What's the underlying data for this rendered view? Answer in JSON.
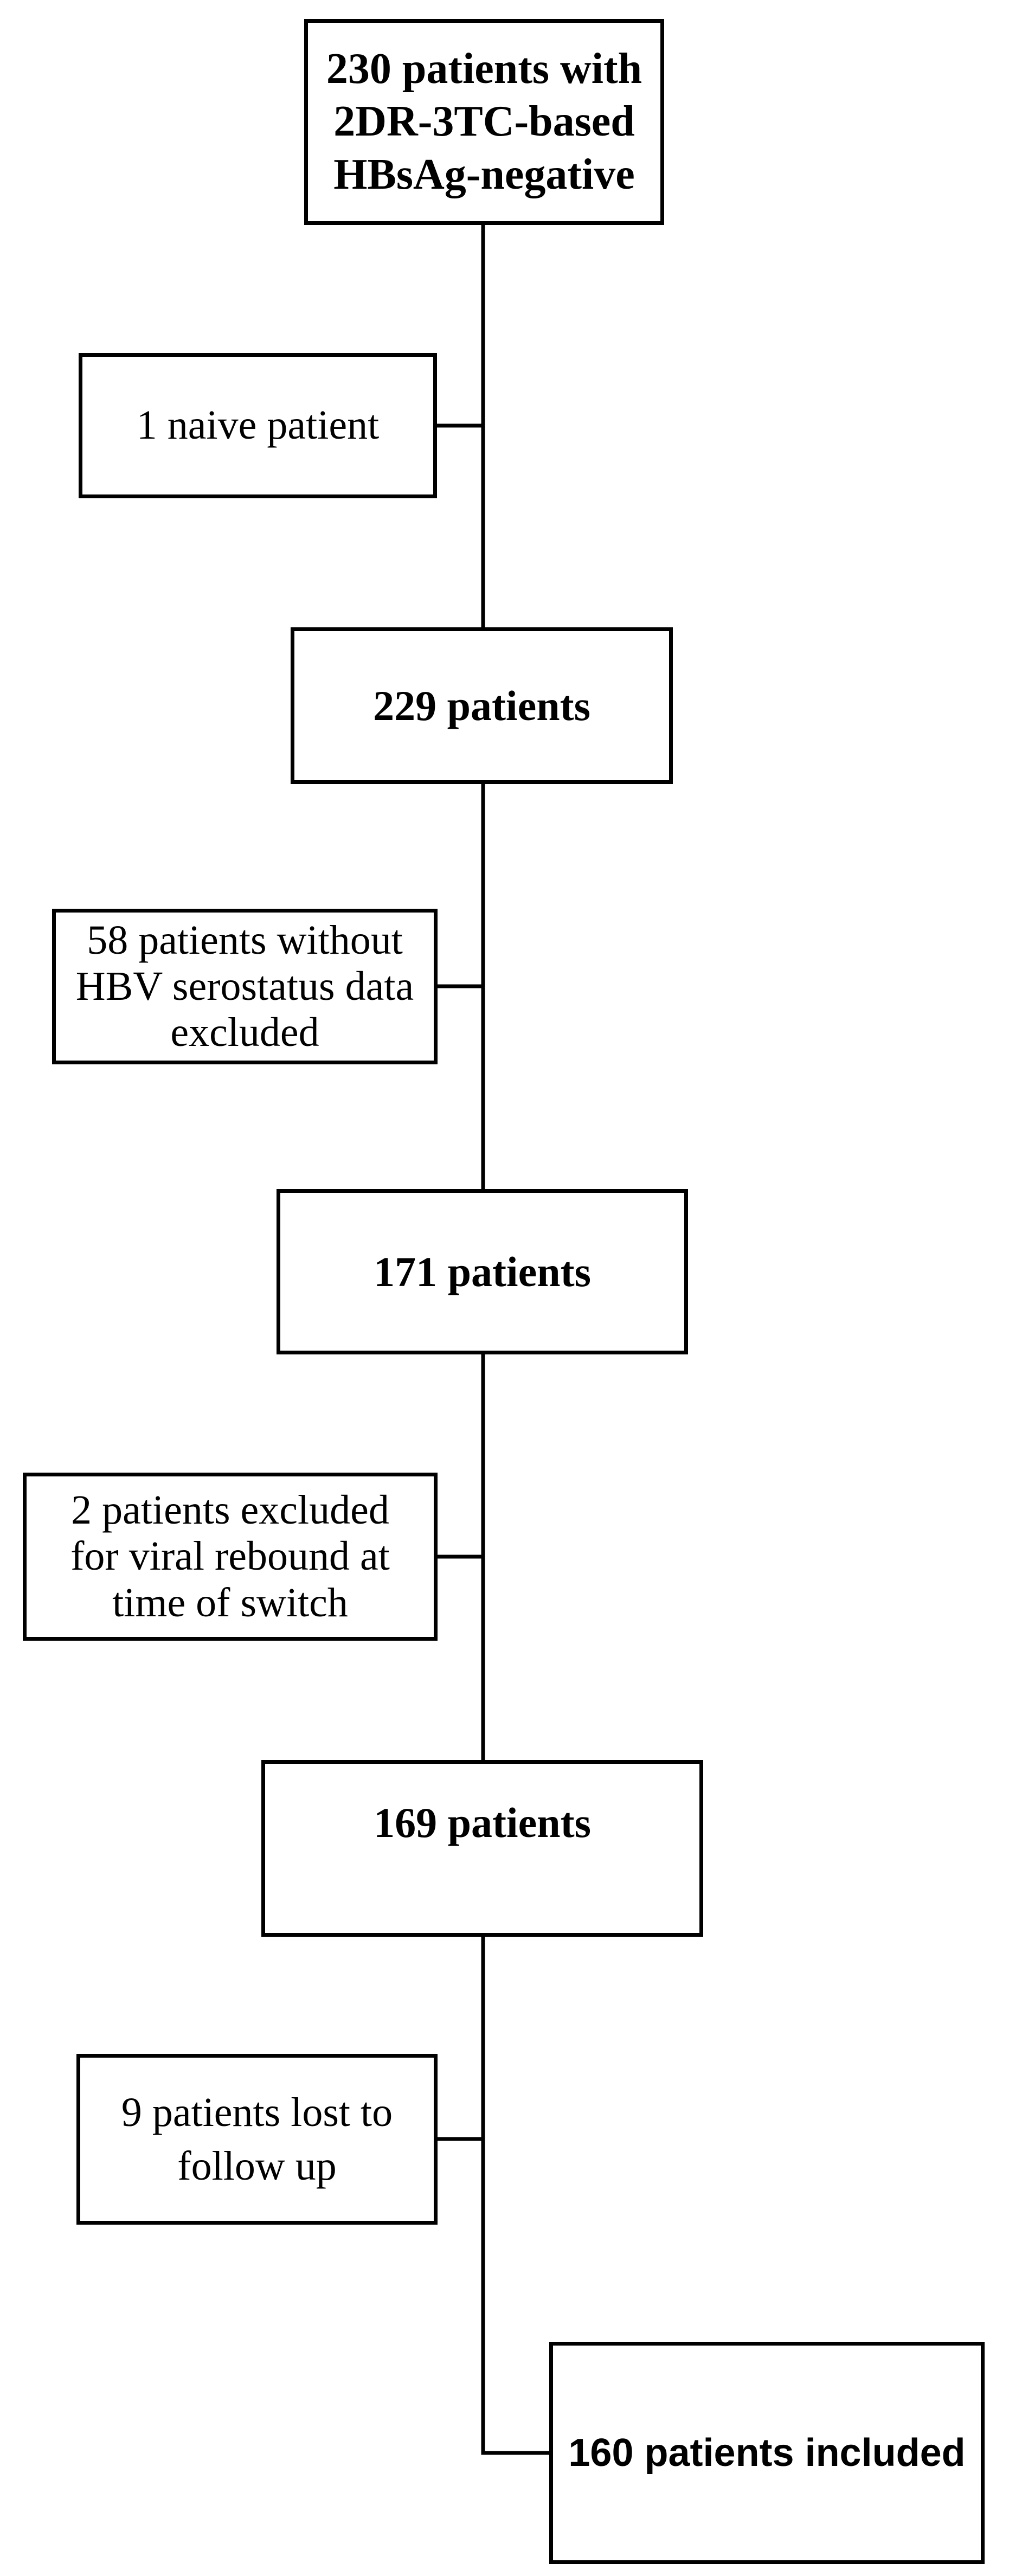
{
  "flowchart": {
    "start": {
      "lines": [
        "230 patients with",
        "2DR-3TC-based",
        "HBsAg-negative"
      ]
    },
    "exclusion_1": {
      "lines": [
        "1 naive patient"
      ]
    },
    "step_1": {
      "lines": [
        "229 patients"
      ]
    },
    "exclusion_2": {
      "lines": [
        "58 patients without",
        "HBV serostatus data",
        "excluded"
      ]
    },
    "step_2": {
      "lines": [
        "171 patients"
      ]
    },
    "exclusion_3": {
      "lines": [
        "2 patients excluded",
        "for viral rebound at",
        "time of switch"
      ]
    },
    "step_3": {
      "lines": [
        "169 patients"
      ]
    },
    "exclusion_4": {
      "lines": [
        "9 patients lost to",
        "follow up"
      ]
    },
    "final": {
      "lines": [
        "160 patients included"
      ]
    }
  },
  "colors": {
    "stroke": "#000000",
    "background": "#ffffff"
  }
}
